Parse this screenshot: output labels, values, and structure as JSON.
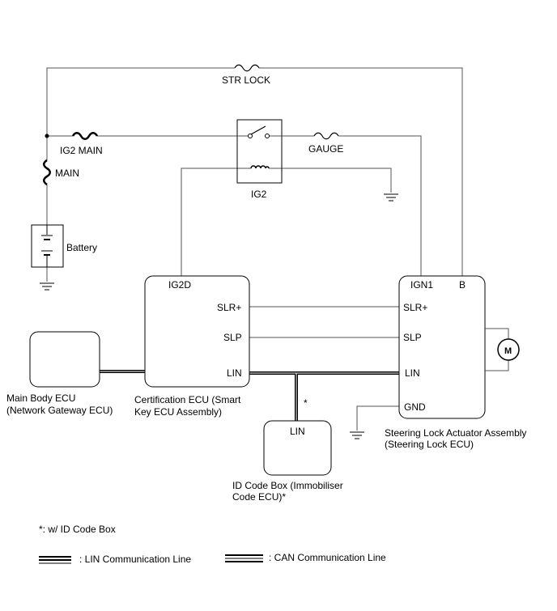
{
  "fuses": {
    "str_lock": "STR LOCK",
    "ig2_main": "IG2 MAIN",
    "main": "MAIN",
    "gauge": "GAUGE"
  },
  "relay": {
    "label": "IG2"
  },
  "battery": {
    "label": "Battery"
  },
  "cert_ecu": {
    "pins": {
      "ig2d": "IG2D",
      "slr": "SLR+",
      "slp": "SLP",
      "lin": "LIN"
    },
    "name_line1": "Certification ECU (Smart",
    "name_line2": "Key ECU Assembly)"
  },
  "main_body_ecu": {
    "name_line1": "Main Body ECU",
    "name_line2": "(Network Gateway ECU)"
  },
  "steering_lock": {
    "pins": {
      "ign1": "IGN1",
      "b": "B",
      "slr": "SLR+",
      "slp": "SLP",
      "lin": "LIN",
      "gnd": "GND"
    },
    "motor_label": "M",
    "name_line1": "Steering Lock Actuator Assembly",
    "name_line2": "(Steering Lock ECU)"
  },
  "id_code_box": {
    "pin_lin": "LIN",
    "name_line1": "ID Code Box (Immobiliser",
    "name_line2": "Code ECU)*"
  },
  "asterisk": "*",
  "footnote": "*: w/ ID Code Box",
  "legend": {
    "lin_line": ": LIN Communication Line",
    "can_line": ": CAN Communication Line"
  }
}
